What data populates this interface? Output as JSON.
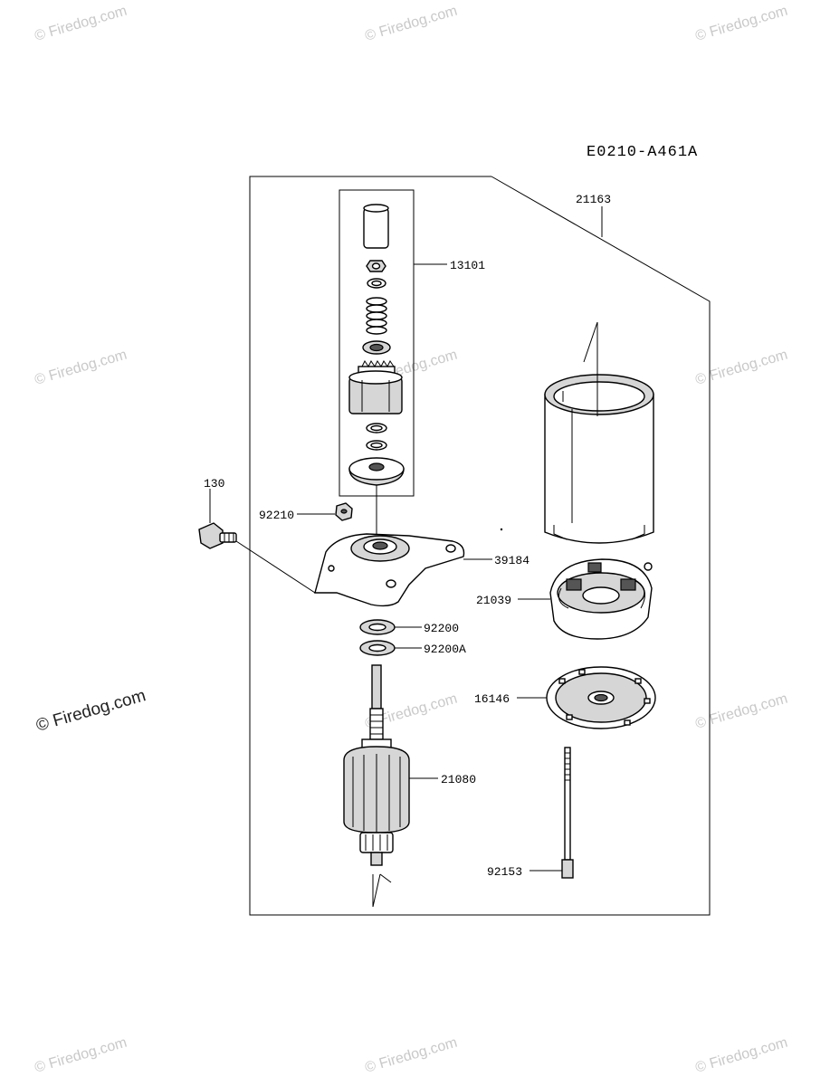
{
  "diagram": {
    "code": "E0210-A461A",
    "parts": {
      "p21163": "21163",
      "p13101": "13101",
      "p130": "130",
      "p92210": "92210",
      "p39184": "39184",
      "p21039": "21039",
      "p92200": "92200",
      "p92200A": "92200A",
      "p16146": "16146",
      "p21080": "21080",
      "p92153": "92153"
    }
  },
  "watermark": {
    "text": "© Firedog.com"
  }
}
